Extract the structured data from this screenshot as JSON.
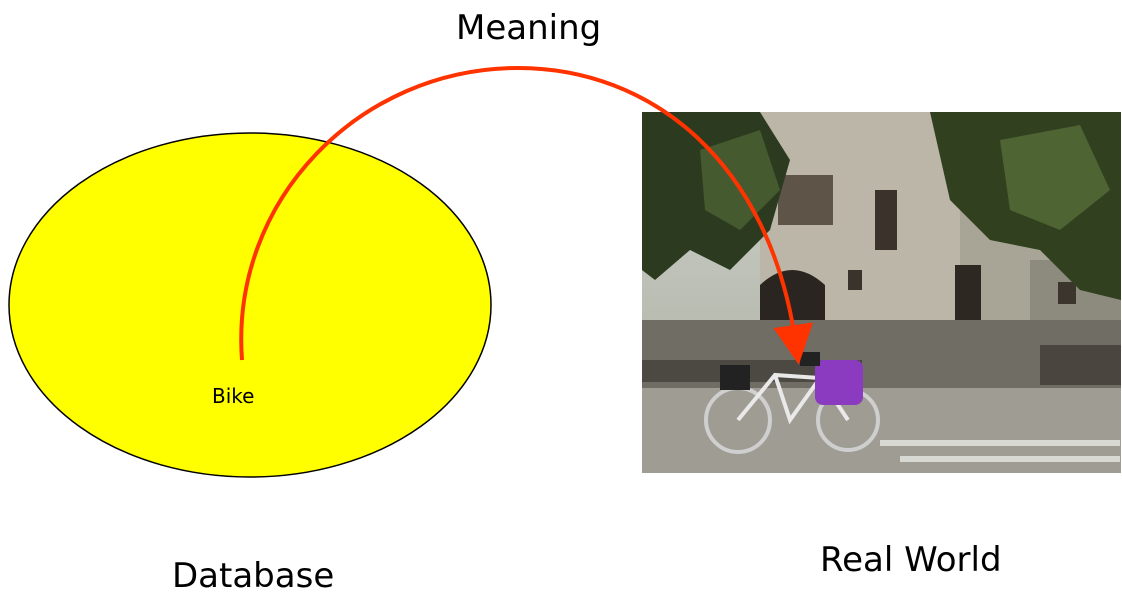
{
  "labels": {
    "meaning": "Meaning",
    "bike": "Bike",
    "database": "Database",
    "real_world": "Real World"
  },
  "colors": {
    "ellipse_fill": "#FFFF00",
    "ellipse_stroke": "#000000",
    "arrow": "#FF3300"
  },
  "photo": {
    "content": "street scene with a loaded touring bicycle parked in front of a stone building and trees"
  }
}
